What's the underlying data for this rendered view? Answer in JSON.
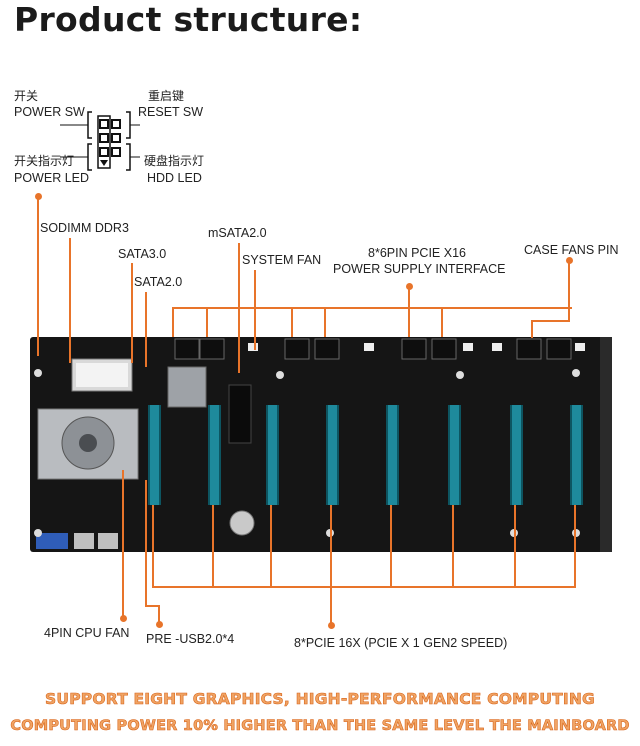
{
  "title": "Product structure:",
  "header_pins": {
    "power_sw_cn": "开关",
    "power_sw": "POWER SW",
    "reset_sw_cn": "重启键",
    "reset_sw": "RESET SW",
    "power_led_cn": "开关指示灯",
    "power_led": "POWER LED",
    "hdd_led_cn": "硬盘指示灯",
    "hdd_led": "HDD  LED"
  },
  "labels": {
    "sodimm": "SODIMM DDR3",
    "msata": "mSATA2.0",
    "sata3": "SATA3.0",
    "system_fan": "SYSTEM FAN",
    "sata2": "SATA2.0",
    "pcie_power_1": "8*6PIN PCIE X16",
    "pcie_power_2": "POWER SUPPLY INTERFACE",
    "case_fans": "CASE FANS PIN",
    "cpu_fan": "4PIN CPU FAN",
    "usb": "PRE -USB2.0*4",
    "pcie_slots": "8*PCIE 16X (PCIE X 1  GEN2 SPEED)"
  },
  "banner": {
    "line1": "SUPPORT EIGHT GRAPHICS, HIGH-PERFORMANCE COMPUTING",
    "line2": "COMPUTING POWER 10% HIGHER THAN THE SAME LEVEL THE MAINBOARD"
  },
  "board": {
    "pcie_slot_count": 8,
    "power_connector_count": 8
  }
}
